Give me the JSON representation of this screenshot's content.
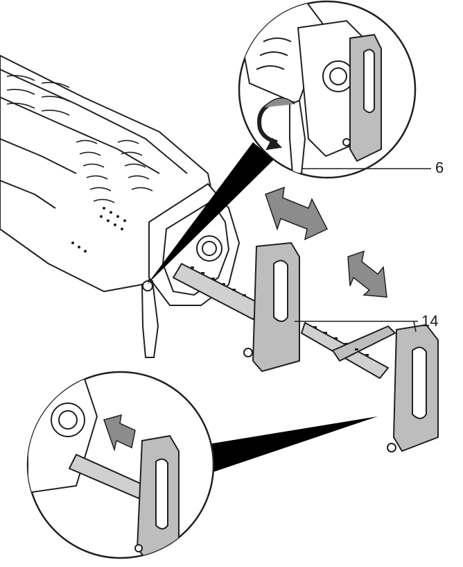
{
  "figure": {
    "callouts": [
      {
        "id": "6",
        "label": "6"
      },
      {
        "id": "14",
        "label": "14"
      }
    ]
  },
  "colors": {
    "line": "#1f1f1f",
    "part_fill": "#bdbdbd",
    "arrow_fill": "#8c8c8c",
    "shadow": "#000000",
    "background": "#ffffff"
  }
}
